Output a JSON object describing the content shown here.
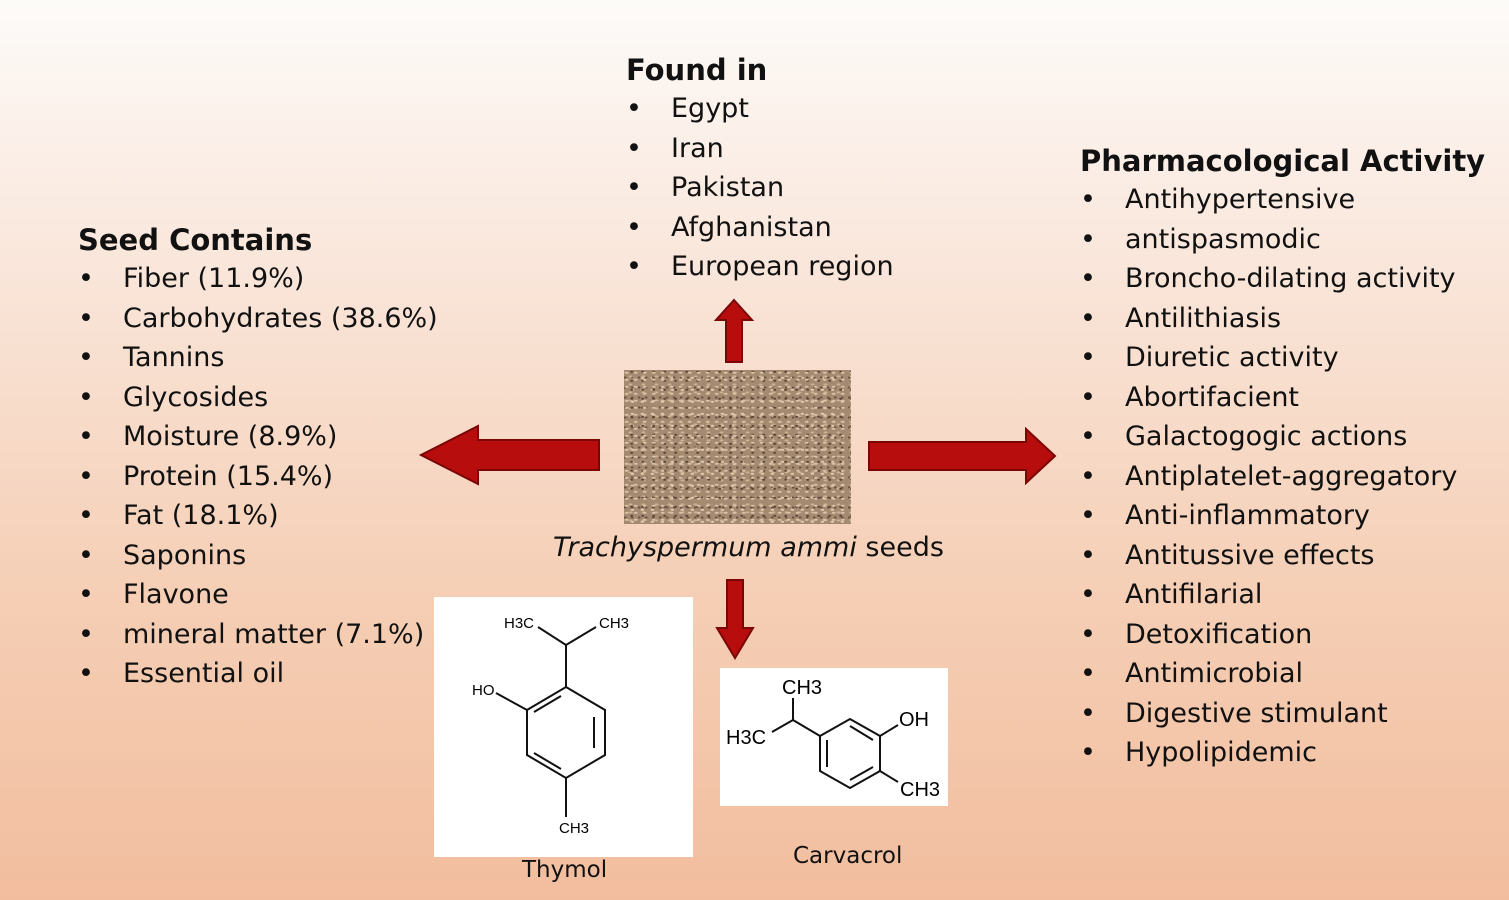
{
  "found_in": {
    "heading": "Found in",
    "items": [
      "Egypt",
      "Iran",
      "Pakistan",
      "Afghanistan",
      "European region"
    ]
  },
  "seed_contains": {
    "heading": "Seed Contains",
    "items": [
      "Fiber (11.9%)",
      "Carbohydrates (38.6%)",
      "Tannins",
      "Glycosides",
      "Moisture (8.9%)",
      "Protein (15.4%)",
      "Fat (18.1%)",
      "Saponins",
      "Flavone",
      "mineral matter (7.1%)",
      "Essential oil"
    ]
  },
  "pharmacological_activity": {
    "heading": "Pharmacological Activity",
    "items": [
      "Antihypertensive",
      "antispasmodic",
      "Broncho-dilating activity",
      "Antilithiasis",
      "Diuretic activity",
      "Abortifacient",
      "Galactogogic actions",
      "Antiplatelet-aggregatory",
      "Anti-inflammatory",
      "Antitussive effects",
      "Antifilarial",
      "Detoxification",
      "Antimicrobial",
      "Digestive stimulant",
      "Hypolipidemic"
    ]
  },
  "center": {
    "caption_italic": "Trachyspermum ammi",
    "caption_rest": " seeds"
  },
  "compounds": {
    "thymol": {
      "name": "Thymol",
      "labels": {
        "h3c": "H3C",
        "ch3_top": "CH3",
        "ho": "HO",
        "ch3_bottom": "CH3"
      }
    },
    "carvacrol": {
      "name": "Carvacrol",
      "labels": {
        "ch3_top": "CH3",
        "h3c": "H3C",
        "oh": "OH",
        "ch3_bottom": "CH3"
      }
    }
  },
  "bullet": "•",
  "colors": {
    "arrow_fill": "#b80d0d",
    "arrow_stroke": "#7a0606"
  }
}
